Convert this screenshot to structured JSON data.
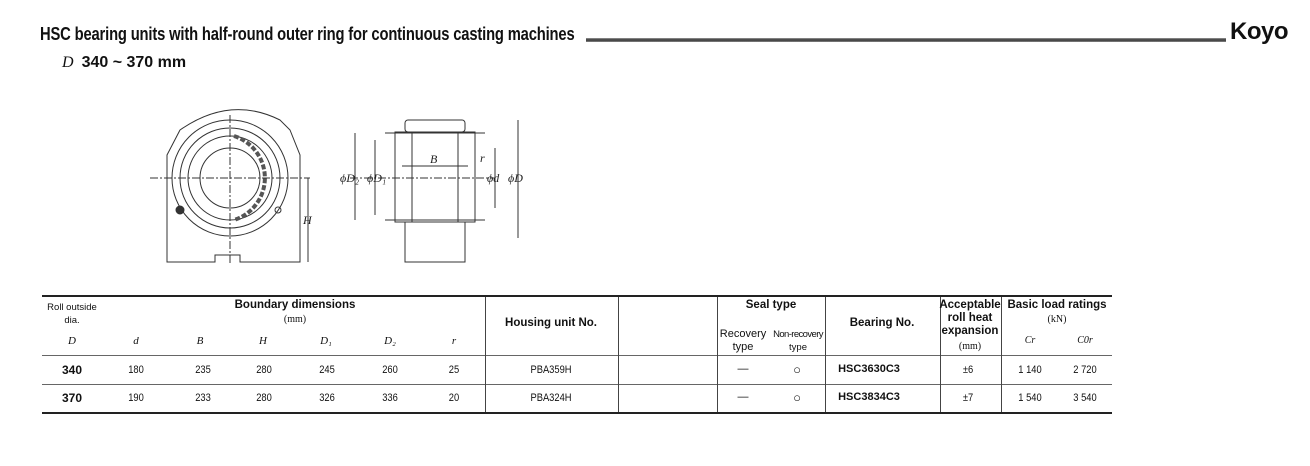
{
  "header": {
    "title": "HSC bearing units with half-round outer ring for continuous casting machines",
    "brand": "Koyo",
    "range_symbol": "D",
    "range": "340 ~ 370 mm"
  },
  "drawing": {
    "labels": {
      "H": "H",
      "B": "B",
      "r": "r",
      "D2": "ϕD₂",
      "D1": "ϕD₁",
      "d": "ϕd",
      "D": "ϕD"
    }
  },
  "table": {
    "headers": {
      "roll_outside": "Roll outside",
      "roll_dia": "dia.",
      "boundary": "Boundary dimensions",
      "boundary_unit": "(mm)",
      "D": "D",
      "d": "d",
      "B": "B",
      "H": "H",
      "D1": "D₁",
      "D2": "D₂",
      "r": "r",
      "housing": "Housing unit No.",
      "seal": "Seal type",
      "recovery1": "Recovery",
      "recovery2": "type",
      "nonrecovery1": "Non-recovery",
      "nonrecovery2": "type",
      "bearing": "Bearing No.",
      "acc1": "Acceptable",
      "acc2": "roll heat",
      "acc3": "expansion",
      "acc_unit": "(mm)",
      "load": "Basic load ratings",
      "load_unit": "(kN)",
      "Cr": "Cr",
      "C0r": "C0r"
    },
    "rows": [
      {
        "D": "340",
        "d": "180",
        "B": "235",
        "H": "280",
        "D1": "245",
        "D2": "260",
        "r": "25",
        "housing": "PBA359H",
        "recovery": "—",
        "nonrecovery": "○",
        "bearing": "HSC3630C3",
        "expansion": "±6",
        "Cr": "1 140",
        "C0r": "2 720"
      },
      {
        "D": "370",
        "d": "190",
        "B": "233",
        "H": "280",
        "D1": "326",
        "D2": "336",
        "r": "20",
        "housing": "PBA324H",
        "recovery": "—",
        "nonrecovery": "○",
        "bearing": "HSC3834C3",
        "expansion": "±7",
        "Cr": "1 540",
        "C0r": "3 540"
      }
    ]
  }
}
